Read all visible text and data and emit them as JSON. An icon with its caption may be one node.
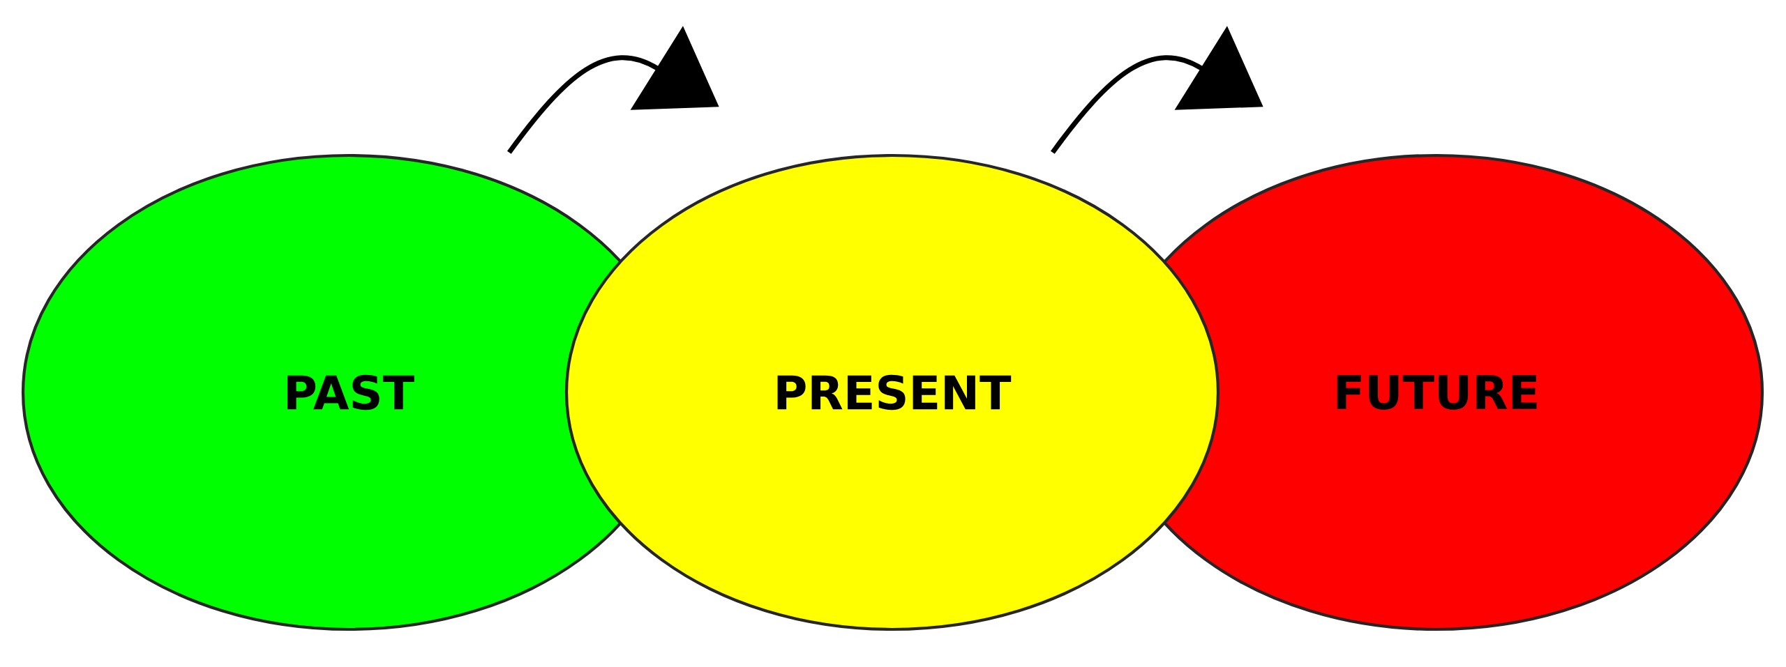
{
  "diagram": {
    "nodes": [
      {
        "text": [
          "PAST"
        ]
      },
      {
        "text": [
          "PRESENT"
        ]
      },
      {
        "text": [
          "FUTURE"
        ]
      }
    ],
    "edges": [
      {
        "from": 0,
        "to": 1,
        "arrow": "to"
      },
      {
        "from": 1,
        "to": 2,
        "arrow": "to"
      }
    ]
  }
}
